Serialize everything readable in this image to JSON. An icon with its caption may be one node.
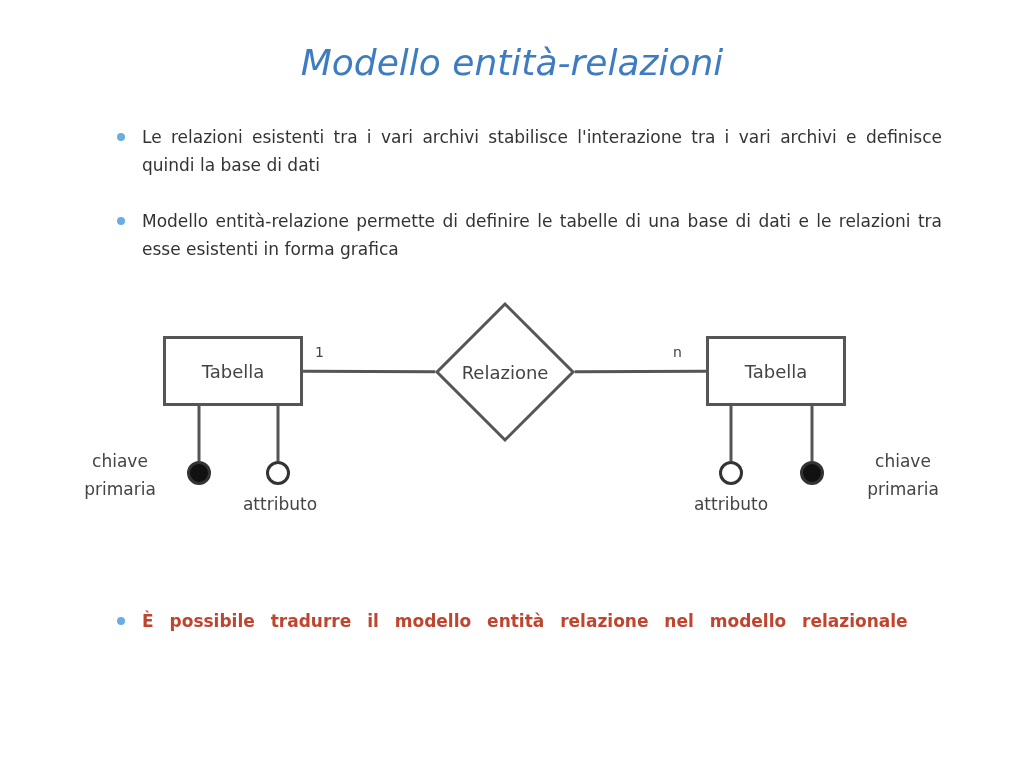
{
  "diagram": {
    "title": "Modello entità-relazioni",
    "nodes": [
      {
        "text": [
          "Tabella"
        ]
      },
      {
        "text": [
          "Relazione"
        ]
      },
      {
        "text": [
          "Tabella"
        ]
      },
      {
        "text": [],
        "shape": "circle",
        "beside": [
          "chiave primaria"
        ]
      },
      {
        "text": [],
        "shape": "circle",
        "beside": [
          "attributo"
        ]
      },
      {
        "text": [],
        "shape": "circle",
        "beside": [
          "attributo"
        ]
      },
      {
        "text": [],
        "shape": "circle",
        "beside": [
          "chiave primaria"
        ]
      }
    ],
    "edges": [
      {
        "from": 0,
        "to": 1,
        "arrow": "none",
        "label": "1"
      },
      {
        "from": 1,
        "to": 2,
        "arrow": "none",
        "label": "n"
      },
      {
        "from": 0,
        "to": 3,
        "arrow": "none"
      },
      {
        "from": 0,
        "to": 4,
        "arrow": "none"
      },
      {
        "from": 2,
        "to": 5,
        "arrow": "none"
      },
      {
        "from": 2,
        "to": 6,
        "arrow": "none"
      }
    ],
    "labels": [
      "Le relazioni esistenti tra i vari archivi stabilisce l'interazione tra i vari archivi e definisce quindi la base di dati",
      "Modello entità-relazione permette di definire le tabelle di una base di dati e le relazioni tra esse esistenti in forma grafica",
      "È possibile tradurre il modello entità relazione nel modello relazionale"
    ]
  }
}
